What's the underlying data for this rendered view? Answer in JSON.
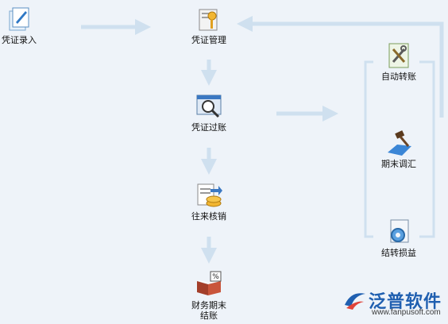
{
  "colors": {
    "background": "#eef3f9",
    "arrow": "#cfe0ef",
    "accent": "#1f5fb0"
  },
  "nodes": {
    "entry": {
      "label": "凭证录入",
      "icon": "pen-document-icon"
    },
    "manage": {
      "label": "凭证管理",
      "icon": "key-folder-icon"
    },
    "posting": {
      "label": "凭证过账",
      "icon": "magnifier-screen-icon"
    },
    "writeoff": {
      "label": "往来核销",
      "icon": "coins-document-icon"
    },
    "close": {
      "label": "财务期末结账",
      "icon": "percent-book-icon"
    },
    "auto_transfer": {
      "label": "自动转账",
      "icon": "tools-document-icon"
    },
    "period_adjust": {
      "label": "期末调汇",
      "icon": "gavel-icon"
    },
    "carry_pl": {
      "label": "结转损益",
      "icon": "gear-document-icon"
    }
  },
  "logo": {
    "brand": "泛普软件",
    "domain": "www.fanpusoft.com",
    "icon": "fanpu-logo-icon"
  }
}
